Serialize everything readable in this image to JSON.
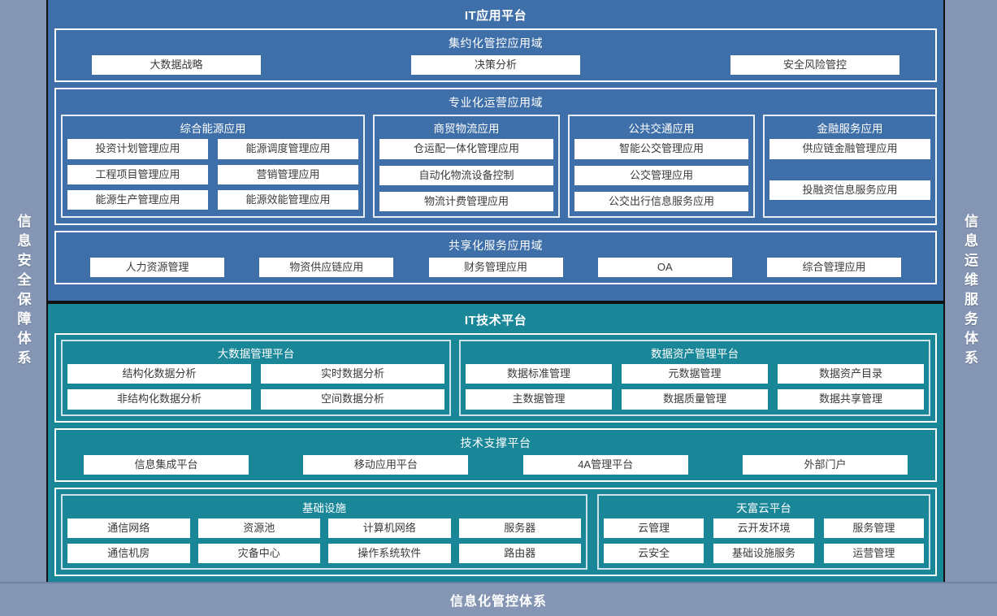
{
  "rails": {
    "left": "信息安全保障体系",
    "right": "信息运维服务体系"
  },
  "footer": {
    "label": "信息化管控体系"
  },
  "app_platform": {
    "title": "IT应用平台",
    "domains": [
      {
        "title": "集约化管控应用域",
        "items": [
          "大数据战略",
          "决策分析",
          "安全风险管控"
        ]
      },
      {
        "title": "专业化运营应用域",
        "groups": [
          {
            "title": "综合能源应用",
            "items": [
              "投资计划管理应用",
              "能源调度管理应用",
              "工程项目管理应用",
              "营销管理应用",
              "能源生产管理应用",
              "能源效能管理应用"
            ]
          },
          {
            "title": "商贸物流应用",
            "items": [
              "仓运配一体化管理应用",
              "自动化物流设备控制",
              "物流计费管理应用"
            ]
          },
          {
            "title": "公共交通应用",
            "items": [
              "智能公交管理应用",
              "公交管理应用",
              "公交出行信息服务应用"
            ]
          },
          {
            "title": "金融服务应用",
            "items": [
              "供应链金融管理应用",
              "",
              "投融资信息服务应用"
            ]
          }
        ]
      },
      {
        "title": "共享化服务应用域",
        "items": [
          "人力资源管理",
          "物资供应链应用",
          "财务管理应用",
          "OA",
          "综合管理应用"
        ]
      }
    ]
  },
  "tech_platform": {
    "title": "IT技术平台",
    "rows": [
      {
        "groups": [
          {
            "title": "大数据管理平台",
            "items": [
              "结构化数据分析",
              "实时数据分析",
              "非结构化数据分析",
              "空间数据分析"
            ]
          },
          {
            "title": "数据资产管理平台",
            "items": [
              "数据标准管理",
              "元数据管理",
              "数据资产目录",
              "主数据管理",
              "数据质量管理",
              "数据共享管理"
            ]
          }
        ]
      },
      {
        "title": "技术支撑平台",
        "items": [
          "信息集成平台",
          "移动应用平台",
          "4A管理平台",
          "外部门户"
        ]
      },
      {
        "groups": [
          {
            "title": "基础设施",
            "items": [
              "通信网络",
              "资源池",
              "计算机网络",
              "服务器",
              "通信机房",
              "灾备中心",
              "操作系统软件",
              "路由器"
            ]
          },
          {
            "title": "天富云平台",
            "items": [
              "云管理",
              "云开发环境",
              "服务管理",
              "云安全",
              "基础设施服务",
              "运营管理"
            ]
          }
        ]
      }
    ]
  },
  "colors": {
    "app_blue": "#3f6fa8",
    "tech_teal": "#1a8799",
    "rail_slate": "#8496b4",
    "chip_white": "#ffffff"
  }
}
